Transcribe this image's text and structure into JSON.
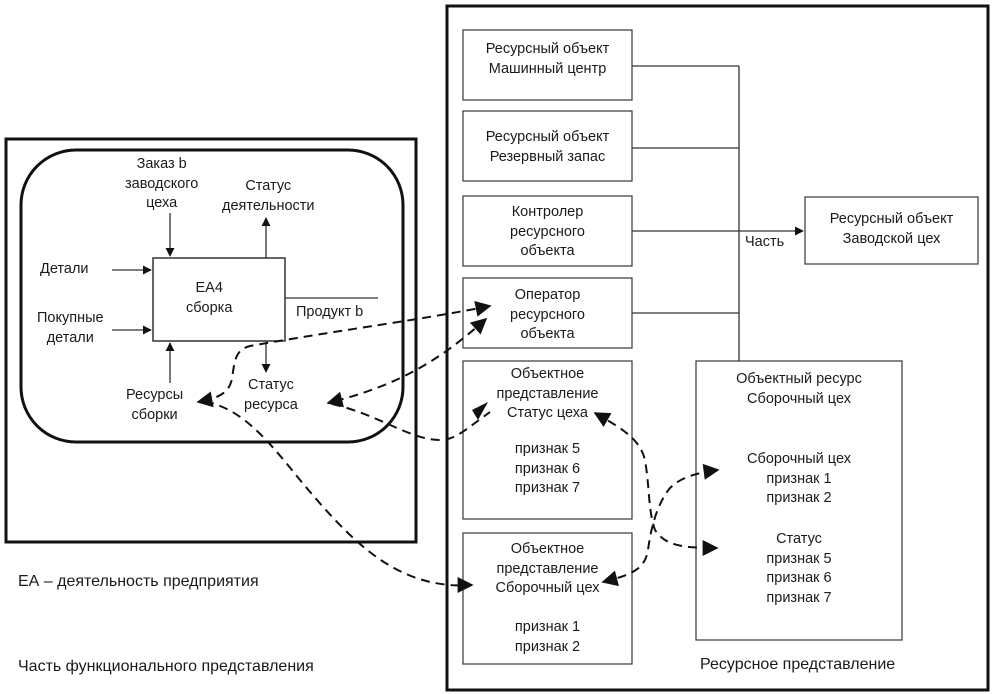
{
  "functional": {
    "activity_label": "EA4\nсборка",
    "inputs": {
      "order": "Заказ b\nзаводского\nцеха",
      "status_activity": "Статус\nдеятельности",
      "details": "Детали",
      "purchased_details": "Покупные\nдетали",
      "product": "Продукт b",
      "resources": "Ресурсы\nсборки",
      "status_resource": "Статус\nресурса"
    },
    "legend_ea": "ЕА – деятельность предприятия",
    "caption": "Часть функционального представления"
  },
  "resource": {
    "objects": [
      "Ресурсный объект\nМашинный центр",
      "Ресурсный объект\nРезервный запас",
      "Контролер\nресурсного\nобъекта",
      "Оператор\nресурсного\nобъекта"
    ],
    "target": "Ресурсный объект\nЗаводской цех",
    "part_label": "Часть",
    "view_shop_status": {
      "title": "Объектное\nпредставление\nСтатус цеха",
      "attrs": "признак 5\nпризнак 6\nпризнак 7"
    },
    "view_assembly": {
      "title": "Объектное\nпредставление\nСборочный цех",
      "attrs": "признак 1\nпризнак 2"
    },
    "object_resource": {
      "title": "Объектный ресурс\nСборочный цех",
      "group1": "Сборочный цех\nпризнак 1\nпризнак 2",
      "group2": "Статус\nпризнак 5\nпризнак 6\nпризнак 7"
    },
    "caption": "Ресурсное представление"
  }
}
